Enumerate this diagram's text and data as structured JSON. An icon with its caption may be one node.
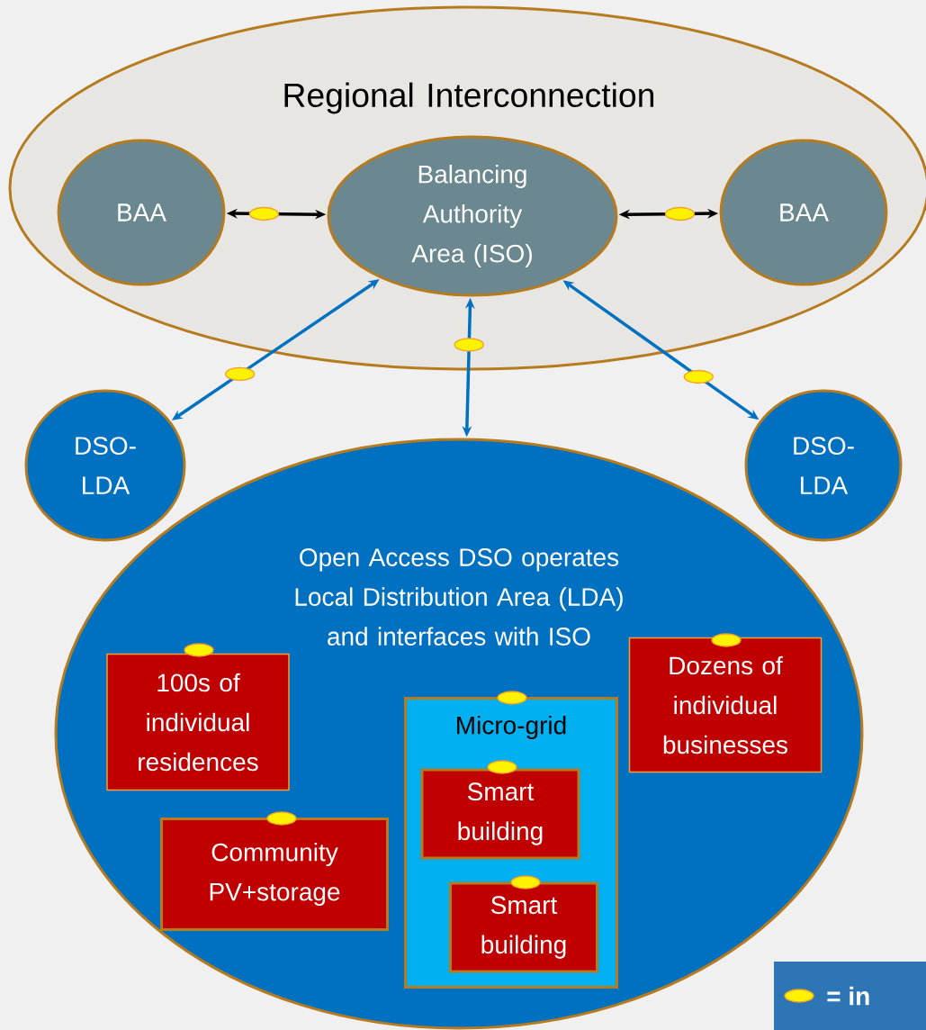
{
  "diagram": {
    "nodes": [
      {
        "text": [
          "Regional Interconnection"
        ]
      },
      {
        "text": [
          "BAA"
        ],
        "in": 0
      },
      {
        "text": [
          "Balancing Authority Area (ISO)"
        ],
        "in": 0
      },
      {
        "text": [
          "BAA"
        ],
        "in": 0
      },
      {
        "text": [
          "DSO- LDA"
        ]
      },
      {
        "text": [
          "DSO- LDA"
        ]
      },
      {
        "text": [
          "Open Access DSO operates Local Distribution Area (LDA) and interfaces with ISO"
        ]
      },
      {
        "text": [
          "100s of individual residences"
        ],
        "in": 6
      },
      {
        "text": [
          "Dozens of individual businesses"
        ],
        "in": 6
      },
      {
        "text": [
          "Micro-grid"
        ],
        "in": 6
      },
      {
        "text": [
          "Smart building"
        ],
        "in": 9
      },
      {
        "text": [
          "Smart building"
        ],
        "in": 9
      },
      {
        "text": [
          "Community PV+storage"
        ],
        "in": 6
      }
    ],
    "edges": [
      {
        "from": 1,
        "to": 2,
        "arrow": "both",
        "color": "#000000"
      },
      {
        "from": 2,
        "to": 3,
        "arrow": "both",
        "color": "#000000"
      },
      {
        "from": 2,
        "to": 4,
        "arrow": "both"
      },
      {
        "from": 2,
        "to": 6,
        "arrow": "both"
      },
      {
        "from": 2,
        "to": 5,
        "arrow": "both"
      }
    ],
    "legend": [
      {
        "text": "= in"
      }
    ]
  }
}
